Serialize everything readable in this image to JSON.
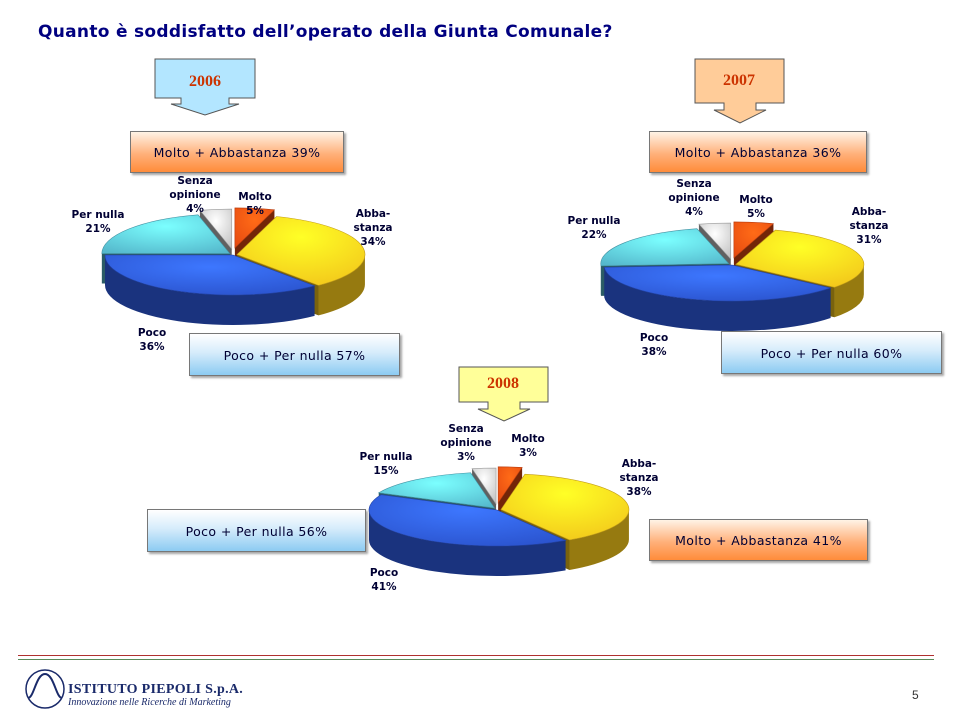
{
  "title": "Quanto è soddisfatto dell’operato della Giunta Comunale?",
  "chart_data": [
    {
      "type": "pie",
      "year_label": "2006",
      "year_box_color": "#b3e6ff",
      "slices": [
        {
          "label_lines": [
            "Molto",
            "5%"
          ],
          "value": 5,
          "color": "#e64a10"
        },
        {
          "label_lines": [
            "Abba-",
            "stanza",
            "34%"
          ],
          "value": 34,
          "color": "#f2c41a"
        },
        {
          "label_lines": [
            "Poco",
            "36%"
          ],
          "value": 36,
          "color": "#2a52cc"
        },
        {
          "label_lines": [
            "Per nulla",
            "21%"
          ],
          "value": 21,
          "color": "#55b8cc"
        },
        {
          "label_lines": [
            "Senza",
            "opinione",
            "4%"
          ],
          "value": 4,
          "color": "#c0c0c0"
        }
      ],
      "summary_positive": "Molto + Abbastanza 39%",
      "summary_negative": "Poco + Per nulla 57%"
    },
    {
      "type": "pie",
      "year_label": "2007",
      "year_box_color": "#ffcc99",
      "slices": [
        {
          "label_lines": [
            "Molto",
            "5%"
          ],
          "value": 5,
          "color": "#e64a10"
        },
        {
          "label_lines": [
            "Abba-",
            "stanza",
            "31%"
          ],
          "value": 31,
          "color": "#f2c41a"
        },
        {
          "label_lines": [
            "Poco",
            "38%"
          ],
          "value": 38,
          "color": "#2a52cc"
        },
        {
          "label_lines": [
            "Per nulla",
            "22%"
          ],
          "value": 22,
          "color": "#55b8cc"
        },
        {
          "label_lines": [
            "Senza",
            "opinione",
            "4%"
          ],
          "value": 4,
          "color": "#c0c0c0"
        }
      ],
      "summary_positive": "Molto + Abbastanza 36%",
      "summary_negative": "Poco + Per nulla 60%"
    },
    {
      "type": "pie",
      "year_label": "2008",
      "year_box_color": "#ffff99",
      "slices": [
        {
          "label_lines": [
            "Molto",
            "3%"
          ],
          "value": 3,
          "color": "#e64a10"
        },
        {
          "label_lines": [
            "Abba-",
            "stanza",
            "38%"
          ],
          "value": 38,
          "color": "#f2c41a"
        },
        {
          "label_lines": [
            "Poco",
            "41%"
          ],
          "value": 41,
          "color": "#2a52cc"
        },
        {
          "label_lines": [
            "Per nulla",
            "15%"
          ],
          "value": 15,
          "color": "#55b8cc"
        },
        {
          "label_lines": [
            "Senza",
            "opinione",
            "3%"
          ],
          "value": 3,
          "color": "#c0c0c0"
        }
      ],
      "summary_positive": "Molto + Abbastanza 41%",
      "summary_negative": "Poco + Per nulla 56%"
    }
  ],
  "footer": {
    "company": "ISTITUTO PIEPOLI S.p.A.",
    "tagline": "Innovazione nelle Ricerche di Marketing",
    "page_number": "5"
  }
}
